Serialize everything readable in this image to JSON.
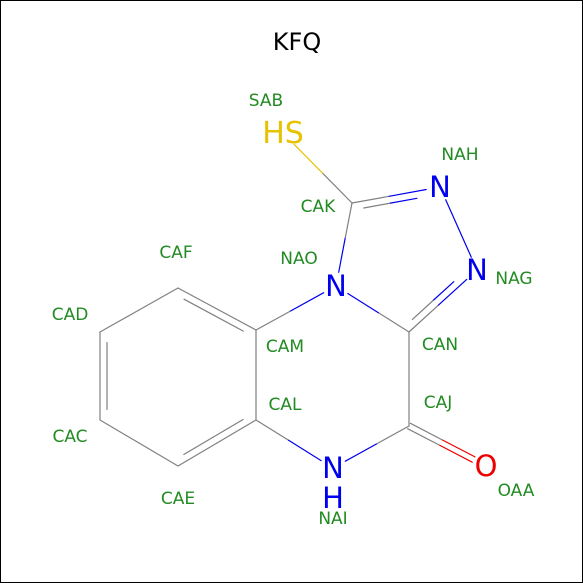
{
  "title": "KFQ",
  "colors": {
    "carbon_bond": "#808080",
    "nitrogen": "#0000ee",
    "oxygen": "#ee0000",
    "sulfur": "#e6c200",
    "name_label": "#228b22",
    "background": "#ffffff",
    "frame": "#000000"
  },
  "atoms": [
    {
      "id": "SAB",
      "element": "S",
      "symbol": "HS"
    },
    {
      "id": "CAK",
      "element": "C",
      "symbol": ""
    },
    {
      "id": "NAH",
      "element": "N",
      "symbol": "N"
    },
    {
      "id": "NAG",
      "element": "N",
      "symbol": "N"
    },
    {
      "id": "CAN",
      "element": "C",
      "symbol": ""
    },
    {
      "id": "NAO",
      "element": "N",
      "symbol": "N"
    },
    {
      "id": "CAM",
      "element": "C",
      "symbol": ""
    },
    {
      "id": "CAF",
      "element": "C",
      "symbol": ""
    },
    {
      "id": "CAD",
      "element": "C",
      "symbol": ""
    },
    {
      "id": "CAC",
      "element": "C",
      "symbol": ""
    },
    {
      "id": "CAE",
      "element": "C",
      "symbol": ""
    },
    {
      "id": "CAL",
      "element": "C",
      "symbol": ""
    },
    {
      "id": "NAI",
      "element": "N",
      "symbol": "N"
    },
    {
      "id": "CAJ",
      "element": "C",
      "symbol": ""
    },
    {
      "id": "OAA",
      "element": "O",
      "symbol": "O"
    }
  ],
  "bonds": [
    {
      "a": "SAB",
      "b": "CAK",
      "order": 1
    },
    {
      "a": "CAK",
      "b": "NAH",
      "order": 2
    },
    {
      "a": "NAH",
      "b": "NAG",
      "order": 1
    },
    {
      "a": "NAG",
      "b": "CAN",
      "order": 2
    },
    {
      "a": "CAN",
      "b": "NAO",
      "order": 1
    },
    {
      "a": "NAO",
      "b": "CAK",
      "order": 1
    },
    {
      "a": "NAO",
      "b": "CAM",
      "order": 1
    },
    {
      "a": "CAM",
      "b": "CAF",
      "order": 2
    },
    {
      "a": "CAF",
      "b": "CAD",
      "order": 1
    },
    {
      "a": "CAD",
      "b": "CAC",
      "order": 2
    },
    {
      "a": "CAC",
      "b": "CAE",
      "order": 1
    },
    {
      "a": "CAE",
      "b": "CAL",
      "order": 2
    },
    {
      "a": "CAL",
      "b": "CAM",
      "order": 1
    },
    {
      "a": "CAL",
      "b": "NAI",
      "order": 1
    },
    {
      "a": "NAI",
      "b": "CAJ",
      "order": 1
    },
    {
      "a": "CAJ",
      "b": "CAN",
      "order": 1
    },
    {
      "a": "CAJ",
      "b": "OAA",
      "order": 2
    }
  ]
}
